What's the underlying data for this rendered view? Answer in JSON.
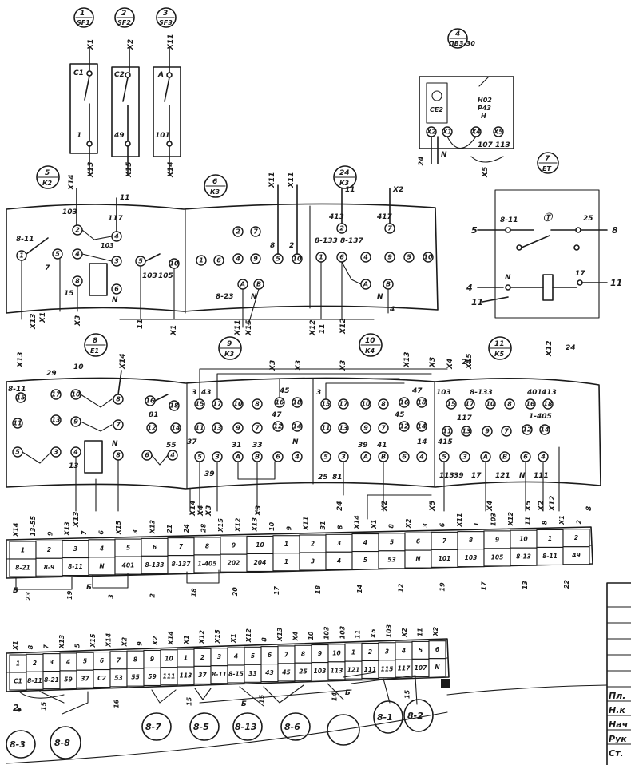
{
  "top_devices": [
    {
      "num": "1",
      "code": "SF1",
      "top_wire": "X1",
      "top_contact": "C1",
      "bottom_contact": "1",
      "bottom_wire": "X13"
    },
    {
      "num": "2",
      "code": "SF2",
      "top_wire": "X2",
      "top_contact": "C2",
      "bottom_contact": "49",
      "bottom_wire": "X15"
    },
    {
      "num": "3",
      "code": "SF3",
      "top_wire": "X11",
      "top_contact": "A",
      "bottom_contact": "101",
      "bottom_wire": "X14"
    }
  ],
  "device4": {
    "num": "4",
    "code": "ПВЗ-30",
    "inner": "СЕ2",
    "labels": [
      "Н02",
      "Р43",
      "Н"
    ],
    "terminals": [
      "X2",
      "X1",
      "X4",
      "X5"
    ],
    "bottom": [
      "24",
      "N",
      "107",
      "113"
    ],
    "wire": "X5"
  },
  "device7": {
    "num": "7",
    "code": "ЕТ",
    "left_top": "8-11",
    "right_top": "25",
    "right_end": "8",
    "left_end": "5",
    "coil_left": "N",
    "coil_right": "17",
    "wire_left": "4",
    "wire_left2": "11",
    "wire_right": "11"
  },
  "relay_groups": [
    {
      "num": "5",
      "code": "К2"
    },
    {
      "num": "6",
      "code": "К3"
    },
    {
      "num": "24",
      "code": "К3"
    },
    {
      "num": "8",
      "code": "Е1"
    },
    {
      "num": "9",
      "code": "К3"
    },
    {
      "num": "10",
      "code": "К4"
    },
    {
      "num": "11",
      "code": "К5"
    }
  ],
  "panel1": {
    "wires_top": [
      "X14",
      "11",
      "X11",
      "X11",
      "11",
      "X2"
    ],
    "labels": [
      "103",
      "117",
      "103",
      "8-11",
      "7",
      "15",
      "103",
      "105",
      "N",
      "8",
      "2",
      "413",
      "417",
      "8-133",
      "8-137",
      "N",
      "4",
      "8-23",
      "N"
    ],
    "bottom_wires": [
      "X13",
      "X1",
      "X3",
      "11",
      "X1",
      "X11",
      "X15",
      "X12",
      "11",
      "X12"
    ]
  },
  "panel2": {
    "wires_top": [
      "X13",
      "29",
      "10",
      "X14",
      "X3",
      "X3",
      "X3",
      "X13",
      "X3",
      "X4",
      "24",
      "X15",
      "X12",
      "24"
    ],
    "labels": [
      "8-11",
      "81",
      "55",
      "3",
      "43",
      "47",
      "45",
      "3",
      "47",
      "45",
      "14",
      "N",
      "103",
      "8-133",
      "117",
      "401",
      "413",
      "1-405",
      "415",
      "37",
      "31",
      "33",
      "39",
      "41",
      "25",
      "81",
      "39",
      "17",
      "121",
      "N",
      "111",
      "113",
      "13",
      "N",
      "7",
      "7"
    ],
    "bottom_wires": [
      "X13",
      "X14",
      "X4",
      "X3",
      "X3",
      "X2",
      "24",
      "X5",
      "X4",
      "X5",
      "X2",
      "X12",
      "8"
    ]
  },
  "terminal_row1": {
    "labels_top": [
      "X14",
      "13-55",
      "9",
      "X13",
      "7",
      "6",
      "X15",
      "3",
      "X13",
      "21",
      "24",
      "28",
      "X15",
      "X12",
      "X13",
      "10",
      "9",
      "X11",
      "31",
      "8",
      "X14",
      "X1",
      "8",
      "X2",
      "3",
      "6",
      "X11",
      "1",
      "103",
      "X12",
      "11",
      "8",
      "X1",
      "2"
    ],
    "cells_a": [
      "1",
      "2",
      "3",
      "4",
      "5",
      "6",
      "7",
      "8",
      "9",
      "10"
    ],
    "cells_b": [
      "8-21",
      "8-9",
      "8-11",
      "N",
      "401",
      "8-133",
      "8-137",
      "1-405",
      "202",
      "204",
      "1",
      "3",
      "4",
      "5",
      "53",
      "N",
      "101",
      "103",
      "105",
      "8-13",
      "8-11",
      "49"
    ],
    "labels_bottom": [
      "23",
      "19",
      "3",
      "2",
      "18",
      "20",
      "17",
      "18",
      "14",
      "12",
      "19",
      "17",
      "13",
      "22"
    ]
  },
  "terminal_row2": {
    "labels_top": [
      "X1",
      "8",
      "7",
      "X13",
      "5",
      "X15",
      "X14",
      "X2",
      "9",
      "X2",
      "X14",
      "X1",
      "X12",
      "X15",
      "X1",
      "X12",
      "8",
      "X13",
      "X4",
      "10",
      "103",
      "103",
      "11",
      "X5",
      "103",
      "X2",
      "11",
      "X2"
    ],
    "cells_a": [
      "1",
      "2",
      "3",
      "4",
      "5",
      "6",
      "7",
      "8",
      "9",
      "10"
    ],
    "cells_b": [
      "C1",
      "8-11",
      "8-21",
      "59",
      "37",
      "C2",
      "53",
      "55",
      "59",
      "111",
      "113",
      "37",
      "8-11",
      "8-15",
      "33",
      "43",
      "45",
      "25",
      "103",
      "113",
      "121",
      "111",
      "115",
      "117",
      "107",
      "N"
    ],
    "labels_bottom": [
      "15",
      "16",
      "15",
      "15",
      "14",
      "15"
    ]
  },
  "bottom_refs": [
    "8-3",
    "8-8",
    "8-7",
    "8-5",
    "8-13",
    "8-6",
    "8-1",
    "8-2"
  ],
  "small_labels": [
    "2",
    "Б",
    "Б"
  ],
  "title_block": {
    "rows": [
      "Пл.",
      "Н.к",
      "Нач",
      "Рук",
      "Ст."
    ]
  }
}
